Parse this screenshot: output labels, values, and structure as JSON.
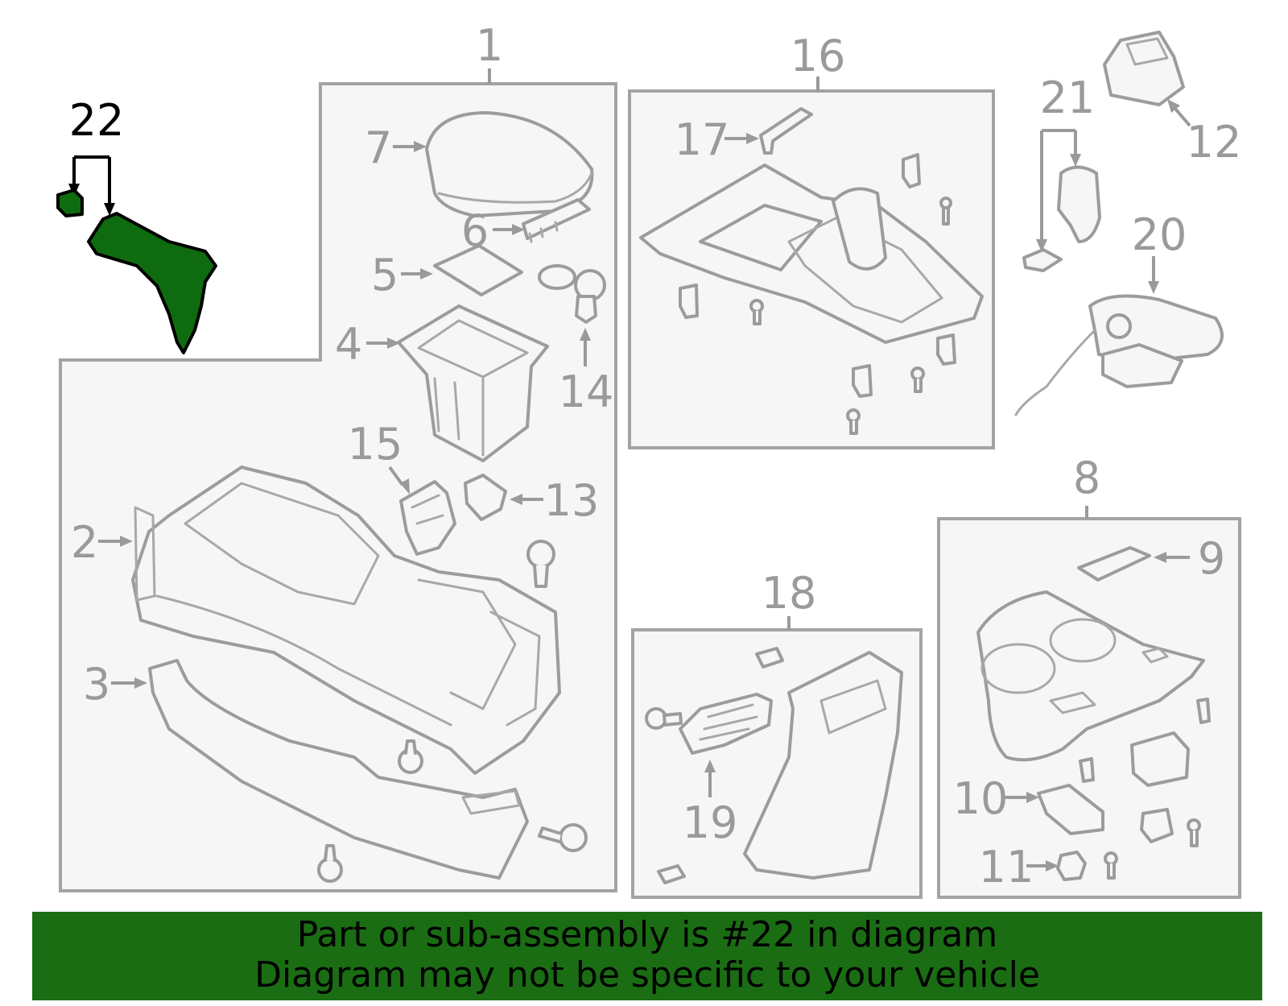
{
  "diagram": {
    "callouts": {
      "c1": "1",
      "c2": "2",
      "c3": "3",
      "c4": "4",
      "c5": "5",
      "c6": "6",
      "c7": "7",
      "c8": "8",
      "c9": "9",
      "c10": "10",
      "c11": "11",
      "c12": "12",
      "c13": "13",
      "c14": "14",
      "c15": "15",
      "c16": "16",
      "c17": "17",
      "c18": "18",
      "c19": "19",
      "c20": "20",
      "c21": "21",
      "c22": "22"
    },
    "highlighted_part": "22",
    "colors": {
      "highlight_fill": "#0f6b0f",
      "line_art": "#9c9c9c",
      "banner_background": "#1a6d13"
    }
  },
  "banner": {
    "line1": "Part or sub-assembly is #22 in diagram",
    "line2": "Diagram may not be specific to your vehicle"
  }
}
